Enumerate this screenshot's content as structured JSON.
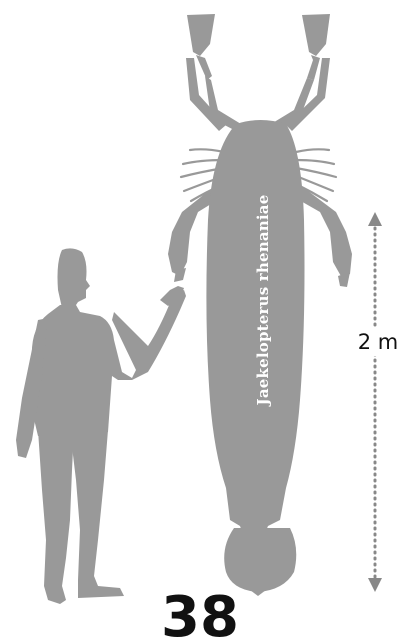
{
  "diagram": {
    "species_name": "Jaekelopterus rhenaniae",
    "scale_label": "2 m",
    "figure_number": "38",
    "silhouette_color": "#999999",
    "scale_bar_color": "#888888",
    "text_color": "#111111",
    "label_text_color": "#ffffff"
  }
}
